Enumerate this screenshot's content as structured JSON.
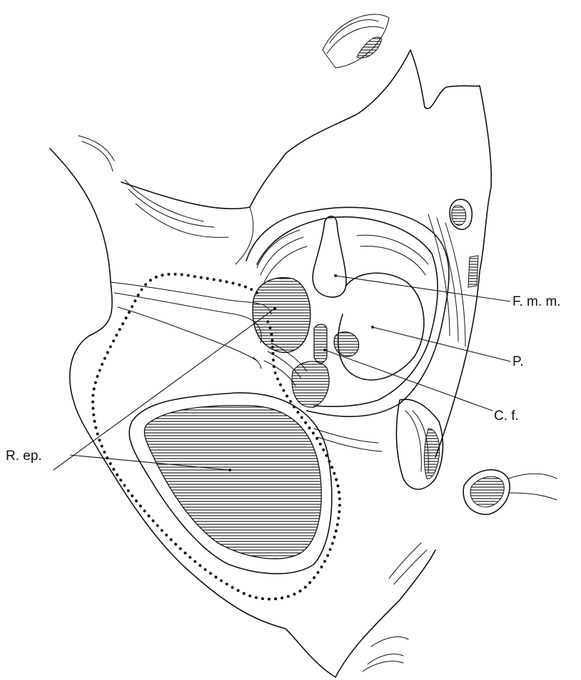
{
  "labels": {
    "fmm": "F. m. m.",
    "p": "P.",
    "cf": "C. f.",
    "rep": "R. ep."
  },
  "colors": {
    "ink": "#111111",
    "paper": "#ffffff"
  }
}
